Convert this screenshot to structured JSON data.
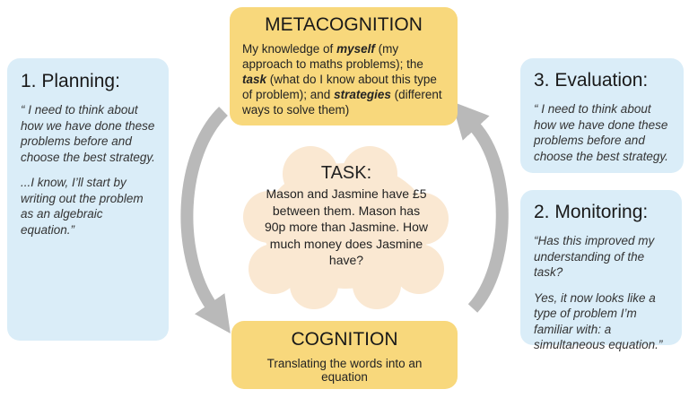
{
  "colors": {
    "highlight_yellow": "#F8D87C",
    "panel_blue": "#DAEDF8",
    "cloud_peach": "#FAE8D2",
    "arrow_gray": "#B9B9B9",
    "text_dark": "#1E1E1E"
  },
  "metacognition": {
    "title": "METACOGNITION",
    "body": [
      {
        "text": "My knowledge of "
      },
      {
        "text": "myself"
      },
      {
        "text": " (my approach to maths problems); the "
      },
      {
        "text": "task"
      },
      {
        "text": " (what do I know about this type of problem); and "
      },
      {
        "text": "strategies"
      },
      {
        "text": " (different ways to solve them)"
      }
    ]
  },
  "planning": {
    "title": "1. Planning:",
    "quote_1": "“ I need to think about how we have done these problems before and choose the best strategy.",
    "quote_2": "...I know, I’ll start by writing out the problem as an algebraic equation.”"
  },
  "evaluation": {
    "title": "3. Evaluation:",
    "quote_1": "“ I need to think about how we have done these problems before and choose the best strategy."
  },
  "monitoring": {
    "title": "2. Monitoring:",
    "quote_1": "“Has this improved my understanding of the task?",
    "quote_2": "Yes, it now looks like a type of problem I’m familiar with: a simultaneous equation.”"
  },
  "task": {
    "title": "TASK:",
    "body": "Mason and Jasmine have £5 between them. Mason has 90p more than Jasmine. How much money does Jasmine have?"
  },
  "cognition": {
    "title": "COGNITION",
    "body": "Translating the words into an equation"
  }
}
